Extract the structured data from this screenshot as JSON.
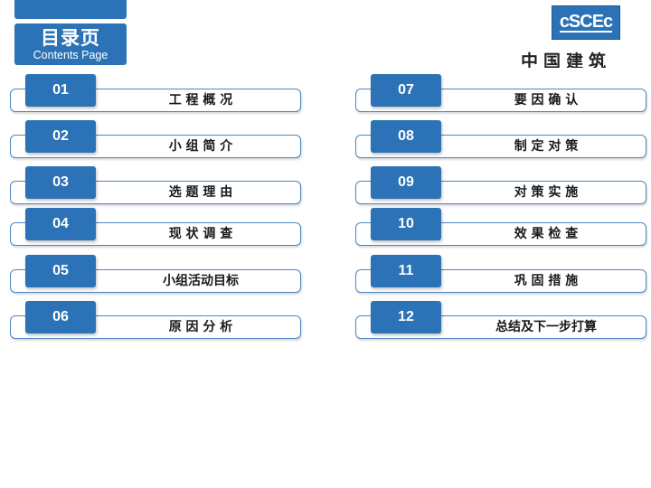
{
  "header": {
    "title_cn": "目录页",
    "title_en": "Contents Page"
  },
  "brand": {
    "logo_text": "cSCEc",
    "company_name": "中国建筑"
  },
  "colors": {
    "accent": "#2b73b6",
    "frame": "#4a86c1"
  },
  "toc": [
    {
      "num": "01",
      "label": "工 程 概 况"
    },
    {
      "num": "02",
      "label": "小 组 简 介"
    },
    {
      "num": "03",
      "label": "选 题 理 由"
    },
    {
      "num": "04",
      "label": "现 状 调 查"
    },
    {
      "num": "05",
      "label": "小组活动目标"
    },
    {
      "num": "06",
      "label": "原 因 分 析"
    },
    {
      "num": "07",
      "label": "要  因  确  认"
    },
    {
      "num": "08",
      "label": "制  定  对  策"
    },
    {
      "num": "09",
      "label": "对  策  实  施"
    },
    {
      "num": "10",
      "label": "效  果  检  查"
    },
    {
      "num": "11",
      "label": "巩   固   措  施"
    },
    {
      "num": "12",
      "label": "总结及下一步打算"
    }
  ]
}
